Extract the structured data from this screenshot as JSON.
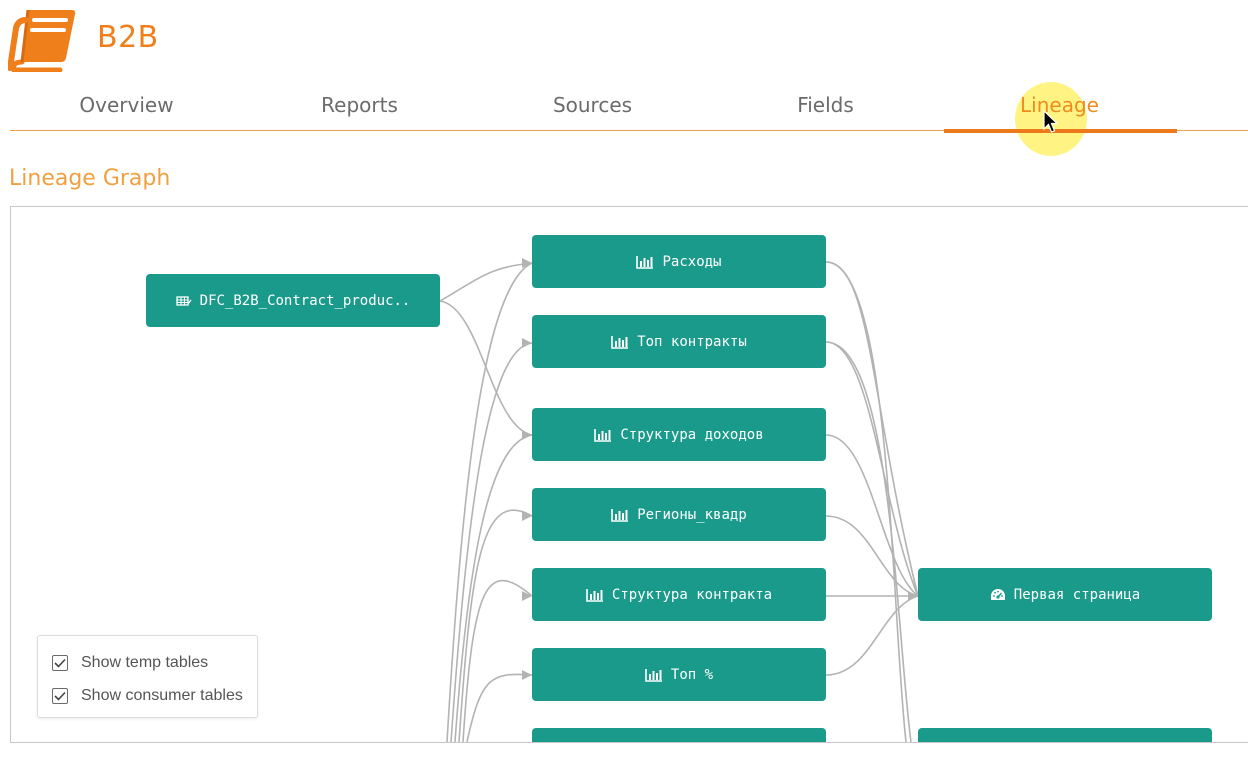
{
  "app": {
    "title": "B2B",
    "icon": "book-icon",
    "accent_color": "#ef7f1a"
  },
  "tabs": [
    {
      "label": "Overview",
      "active": false
    },
    {
      "label": "Reports",
      "active": false
    },
    {
      "label": "Sources",
      "active": false
    },
    {
      "label": "Fields",
      "active": false
    },
    {
      "label": "Lineage",
      "active": true
    }
  ],
  "section_title": "Lineage Graph",
  "graph": {
    "node_color": "#1a9a8a",
    "edge_color": "#b3b3b3",
    "source_node": {
      "label": "DFC_B2B_Contract_produc..",
      "icon": "table-icon"
    },
    "report_nodes": [
      {
        "label": "Расходы",
        "icon": "bar-chart-icon"
      },
      {
        "label": "Топ контракты",
        "icon": "bar-chart-icon"
      },
      {
        "label": "Структура доходов",
        "icon": "bar-chart-icon"
      },
      {
        "label": "Регионы_квадр",
        "icon": "bar-chart-icon"
      },
      {
        "label": "Структура контракта",
        "icon": "bar-chart-icon"
      },
      {
        "label": "Топ %",
        "icon": "bar-chart-icon"
      },
      {
        "label": "",
        "icon": ""
      }
    ],
    "dashboard_nodes": [
      {
        "label": "Первая страница",
        "icon": "dashboard-icon"
      },
      {
        "label": "",
        "icon": ""
      }
    ]
  },
  "options": {
    "show_temp_tables": {
      "label": "Show temp tables",
      "checked": true
    },
    "show_consumer_tables": {
      "label": "Show consumer tables",
      "checked": true
    }
  }
}
